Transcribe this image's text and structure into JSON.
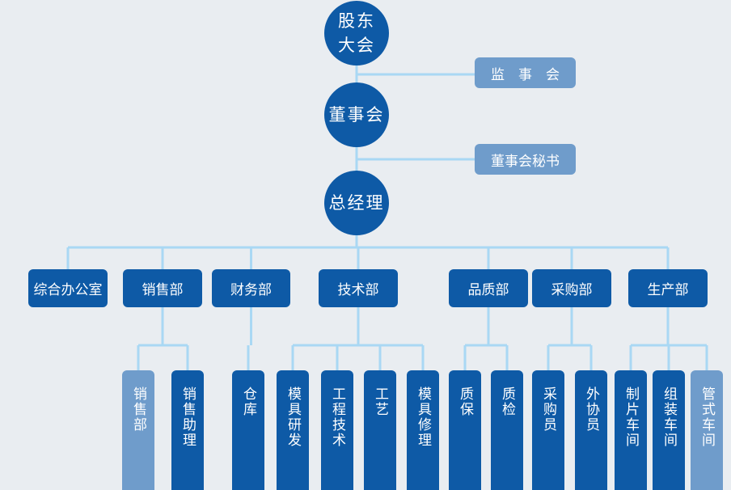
{
  "colors": {
    "dark": "#0e5aa6",
    "light": "#6f9ccb",
    "line": "#a9d8f4",
    "bg": "#e9edf1"
  },
  "top": {
    "shareholders": [
      "股东",
      "大会"
    ],
    "board": "董事会",
    "gm": "总经理"
  },
  "side": {
    "supervisors": "监　事　会",
    "secretary": "董事会秘书"
  },
  "departments": [
    {
      "label": "综合办公室",
      "units": []
    },
    {
      "label": "销售部",
      "units": [
        "销售部",
        "销售助理"
      ]
    },
    {
      "label": "财务部",
      "units": [
        "仓库"
      ]
    },
    {
      "label": "技术部",
      "units": [
        "模具研发",
        "工程技术",
        "工艺",
        "模具修理"
      ]
    },
    {
      "label": "品质部",
      "units": [
        "质保",
        "质检"
      ]
    },
    {
      "label": "采购部",
      "units": [
        "采购员",
        "外协员"
      ]
    },
    {
      "label": "生产部",
      "units": [
        "制片车间",
        "组装车间",
        "管式车间"
      ]
    }
  ]
}
